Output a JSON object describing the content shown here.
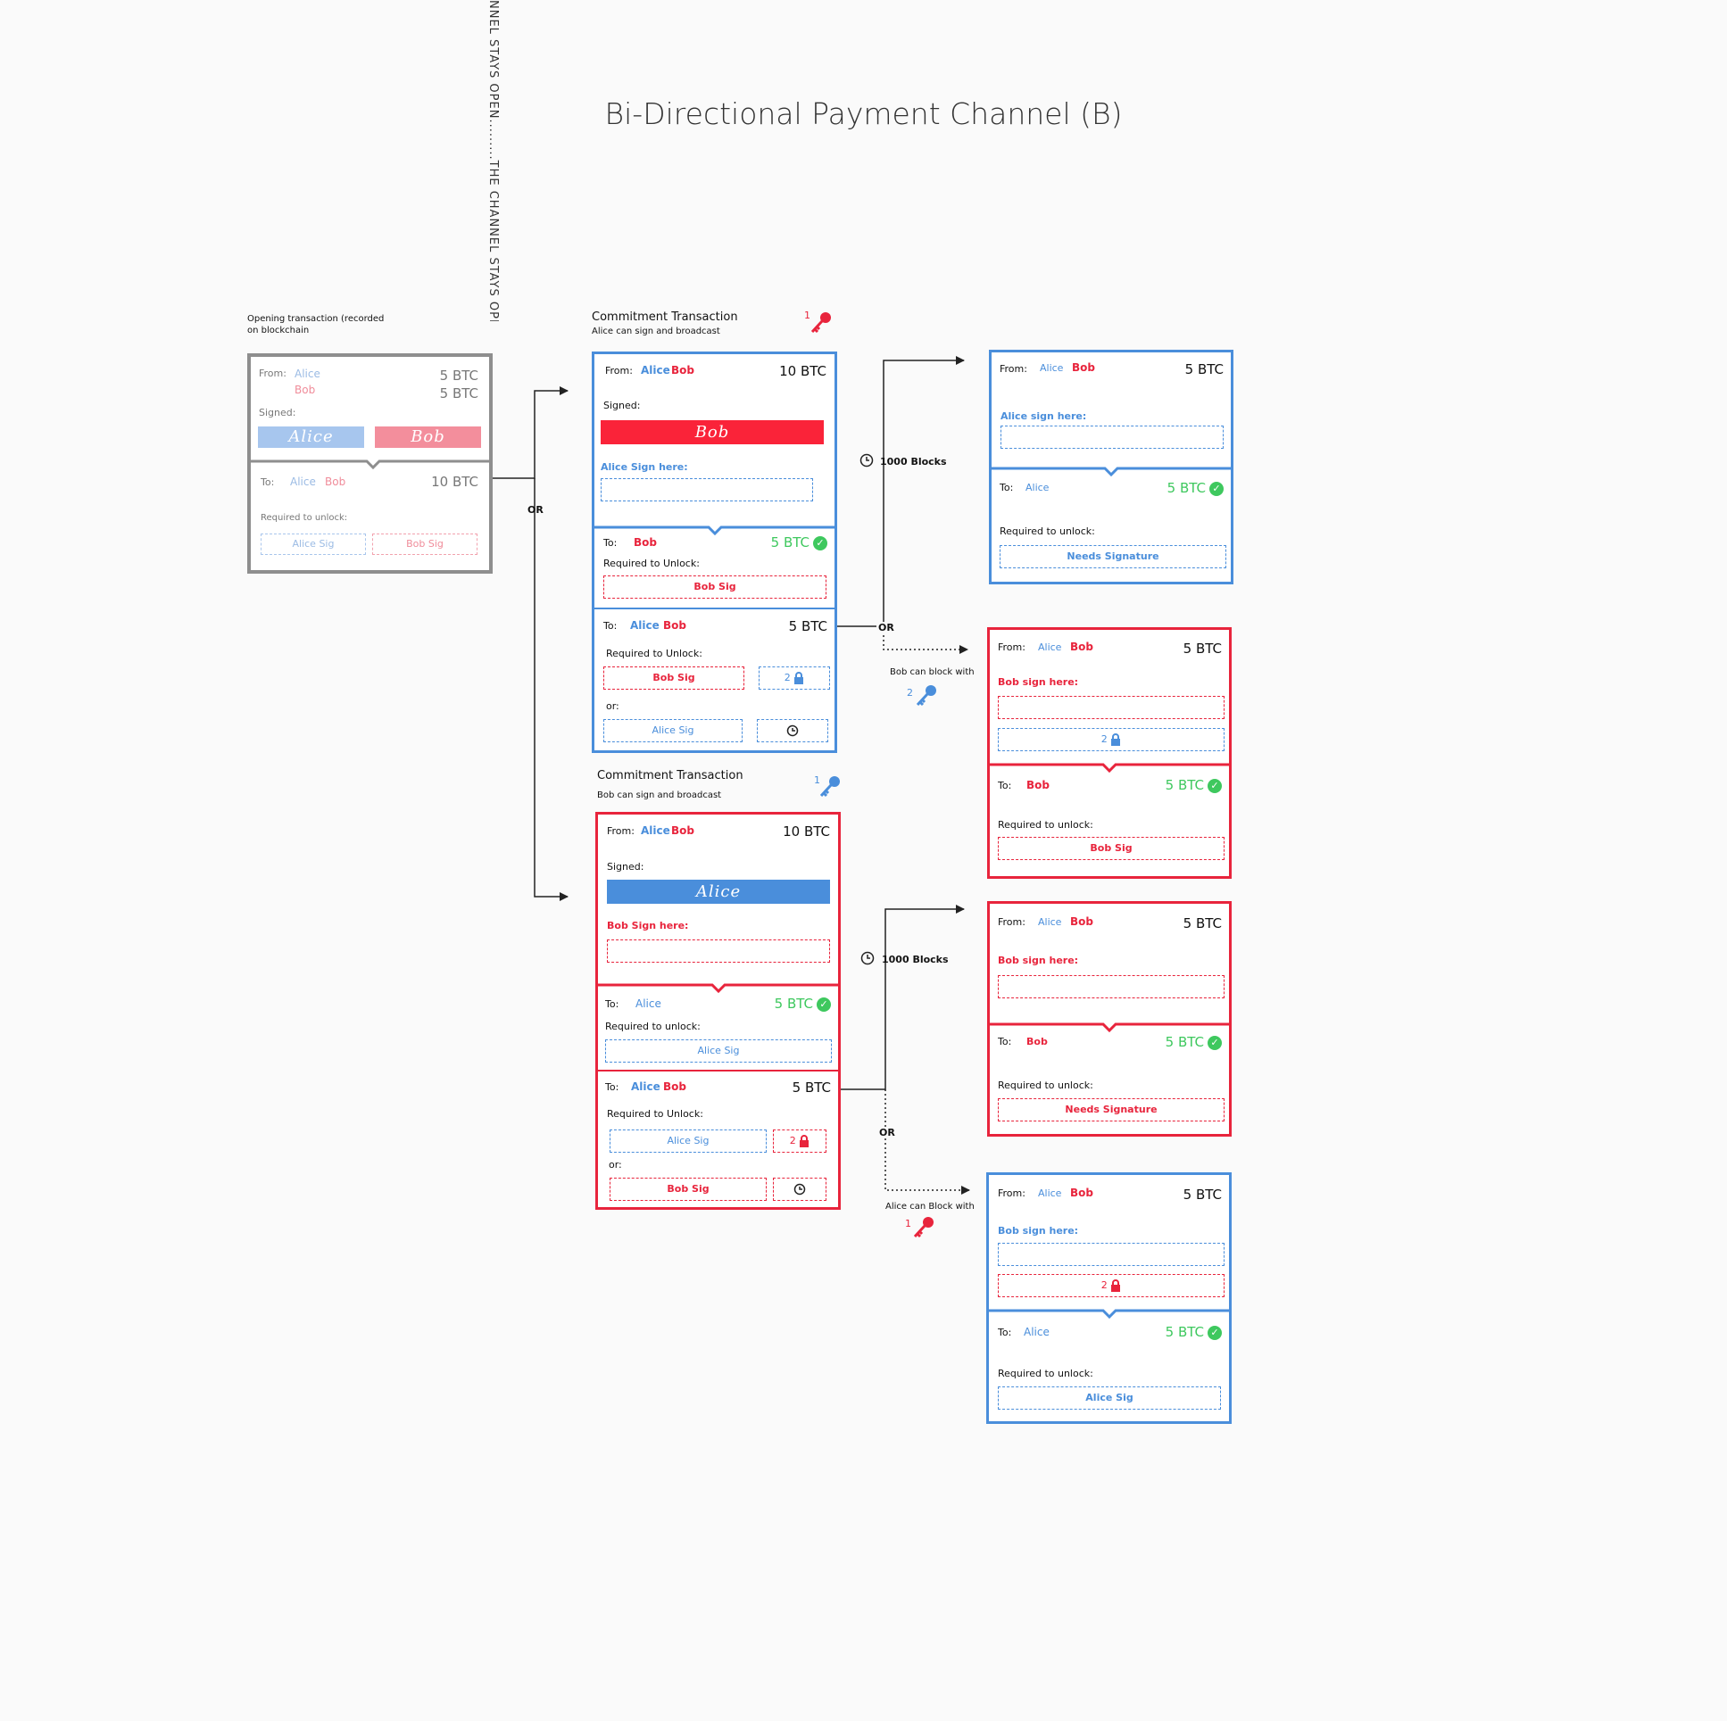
{
  "title": "Bi-Directional Payment Channel (B)",
  "vertical_text": "NNEL STAYS OPEN.........THE CHANNEL STAYS OPEN",
  "colors": {
    "alice": "#4a8edb",
    "bob": "#e8243c",
    "green": "#3ec85e",
    "gray": "#8e8e8e"
  },
  "opening": {
    "caption_line1": "Opening transaction (recorded",
    "caption_line2": "on blockchain",
    "from_label": "From:",
    "from_alice": "Alice",
    "from_bob": "Bob",
    "alice_amount": "5 BTC",
    "bob_amount": "5 BTC",
    "signed_label": "Signed:",
    "sig_alice": "Alice",
    "sig_bob": "Bob",
    "to_label": "To:",
    "to_alice": "Alice",
    "to_bob": "Bob",
    "to_amount": "10 BTC",
    "required_label": "Required to unlock:",
    "req_alice": "Alice Sig",
    "req_bob": "Bob Sig"
  },
  "or_main": "OR",
  "commit_a": {
    "title": "Commitment Transaction",
    "subtitle": "Alice can sign and broadcast",
    "key_num": "1",
    "from_label": "From:",
    "from_alice": "Alice",
    "from_bob": "Bob",
    "amount": "10 BTC",
    "signed_label": "Signed:",
    "sig": "Bob",
    "sign_here": "Alice Sign here:",
    "out1_to": "To:",
    "out1_name": "Bob",
    "out1_amount": "5 BTC",
    "out1_req": "Required to Unlock:",
    "out1_sig": "Bob Sig",
    "out2_to": "To:",
    "out2_alice": "Alice",
    "out2_bob": "Bob",
    "out2_amount": "5 BTC",
    "out2_req": "Required to Unlock:",
    "out2_sig1": "Bob Sig",
    "out2_lock_num": "2",
    "out2_or": "or:",
    "out2_sig2": "Alice Sig"
  },
  "commit_b": {
    "title": "Commitment Transaction",
    "subtitle": "Bob can sign and broadcast",
    "key_num": "1",
    "from_label": "From:",
    "from_alice": "Alice",
    "from_bob": "Bob",
    "amount": "10 BTC",
    "signed_label": "Signed:",
    "sig": "Alice",
    "sign_here": "Bob Sign here:",
    "out1_to": "To:",
    "out1_name": "Alice",
    "out1_amount": "5 BTC",
    "out1_req": "Required to unlock:",
    "out1_sig": "Alice Sig",
    "out2_to": "To:",
    "out2_alice": "Alice",
    "out2_bob": "Bob",
    "out2_amount": "5 BTC",
    "out2_req": "Required to Unlock:",
    "out2_sig1": "Alice Sig",
    "out2_lock_num": "2",
    "out2_or": "or:",
    "out2_sig2": "Bob Sig"
  },
  "branch_a": {
    "blocks": "1000 Blocks",
    "or": "OR",
    "block_note": "Bob can block with",
    "key_num": "2"
  },
  "branch_b": {
    "blocks": "1000 Blocks",
    "or": "OR",
    "block_note": "Alice can Block with",
    "key_num": "1"
  },
  "r1": {
    "from_label": "From:",
    "from_alice": "Alice",
    "from_bob": "Bob",
    "amount": "5 BTC",
    "sign_here": "Alice sign here:",
    "to_label": "To:",
    "to_name": "Alice",
    "to_amount": "5 BTC",
    "req_label": "Required to unlock:",
    "req_value": "Needs Signature"
  },
  "r2": {
    "from_label": "From:",
    "from_alice": "Alice",
    "from_bob": "Bob",
    "amount": "5 BTC",
    "sign_here": "Bob sign here:",
    "lock_num": "2",
    "to_label": "To:",
    "to_name": "Bob",
    "to_amount": "5 BTC",
    "req_label": "Required to unlock:",
    "req_value": "Bob Sig"
  },
  "r3": {
    "from_label": "From:",
    "from_alice": "Alice",
    "from_bob": "Bob",
    "amount": "5 BTC",
    "sign_here": "Bob sign here:",
    "to_label": "To:",
    "to_name": "Bob",
    "to_amount": "5 BTC",
    "req_label": "Required to unlock:",
    "req_value": "Needs Signature"
  },
  "r4": {
    "from_label": "From:",
    "from_alice": "Alice",
    "from_bob": "Bob",
    "amount": "5 BTC",
    "sign_here": "Bob sign here:",
    "lock_num": "2",
    "to_label": "To:",
    "to_name": "Alice",
    "to_amount": "5 BTC",
    "req_label": "Required to unlock:",
    "req_value": "Alice Sig"
  }
}
